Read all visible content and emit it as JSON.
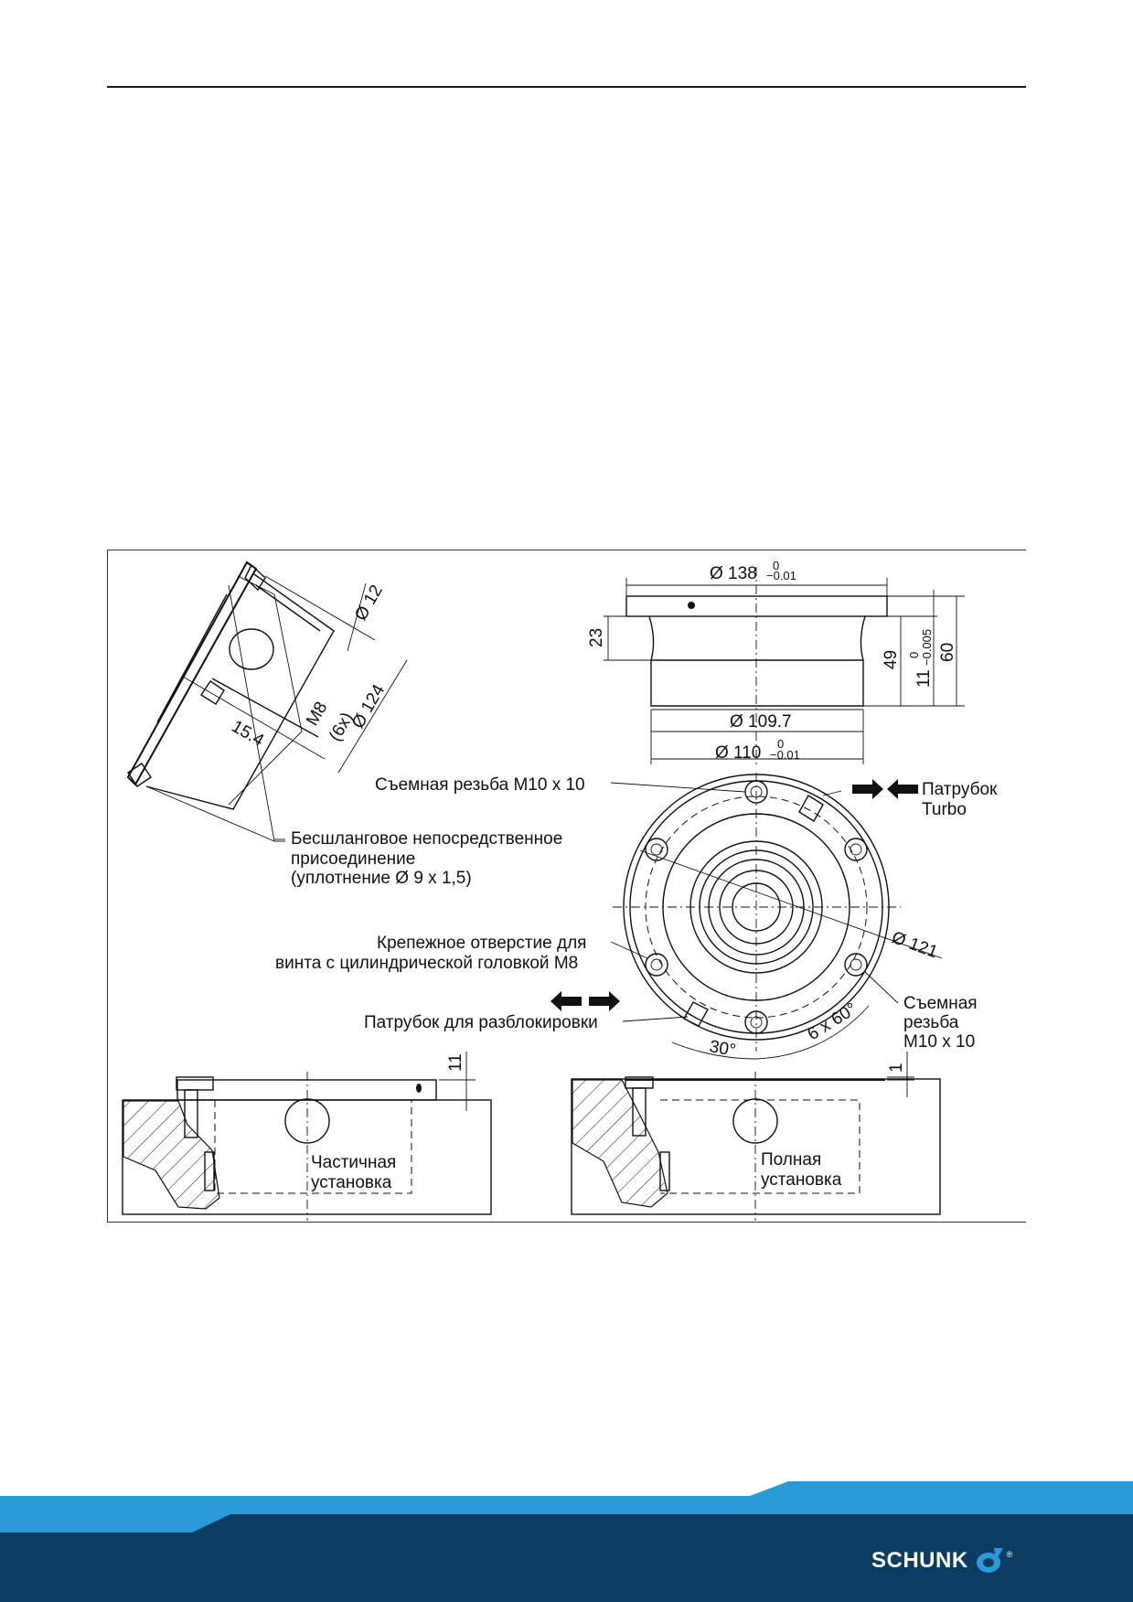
{
  "drawing": {
    "dims": {
      "d138": "Ø 138",
      "d138_tol_upper": "0",
      "d138_tol_lower": "−0.01",
      "h23": "23",
      "h49": "49",
      "h11_tol": "11",
      "h11_tol_upper": "0",
      "h11_tol_lower": "−0.005",
      "h60": "60",
      "d109": "Ø 109.7",
      "d110": "Ø 110",
      "d110_tol_upper": "0",
      "d110_tol_lower": "−0.01",
      "d12": "Ø 12",
      "d124": "Ø 124",
      "m8": "M8",
      "m8_count": "(6x)",
      "len154": "15.4",
      "d121": "Ø 121",
      "angle30": "30°",
      "angle6x60": "6 x 60°",
      "h11": "11",
      "h1": "1"
    },
    "labels": {
      "removable_thread_top": "Съемная резьба M10 x 10",
      "turbo_line1": "Патрубок",
      "turbo_line2": "Turbo",
      "hoseless_line1": "Бесшланговое непосредственное",
      "hoseless_line2": "присоединение",
      "hoseless_line3": "(уплотнение Ø 9 x 1,5)",
      "mount_hole_line1": "Крепежное отверстие для",
      "mount_hole_line2": "винта с цилиндрической головкой M8",
      "unlock_port": "Патрубок для разблокировки",
      "removable_thread_right_line1": "Съемная",
      "removable_thread_right_line2": "резьба",
      "removable_thread_right_line3": "M10 x 10",
      "partial_line1": "Частичная",
      "partial_line2": "установка",
      "full_line1": "Полная",
      "full_line2": "установка"
    }
  },
  "footer": {
    "brand": "SCHUNK",
    "registered": "®",
    "colors": {
      "light_blue": "#2b9ad6",
      "dark_blue": "#0b3d63"
    }
  }
}
